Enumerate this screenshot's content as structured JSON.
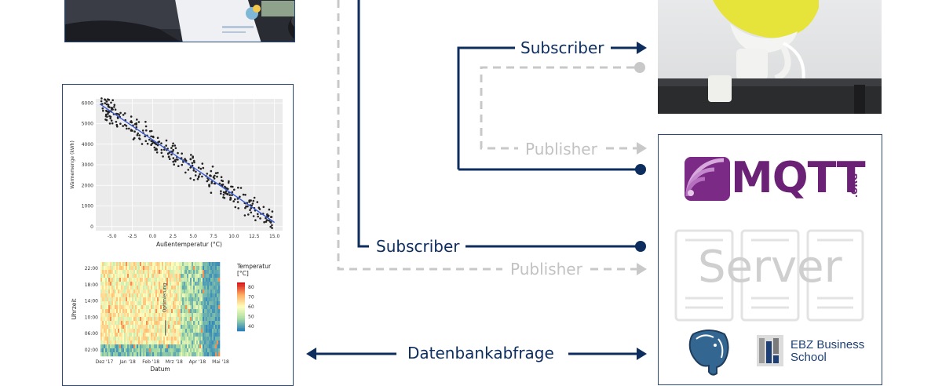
{
  "flow": {
    "subscriber_top": "Subscriber",
    "publisher_top": "Publisher",
    "subscriber_bottom": "Subscriber",
    "publisher_bottom": "Publisher",
    "query": "Datenbankabfrage"
  },
  "server_box": {
    "mqtt_brand": "MQTT",
    "mqtt_org": ".ORG",
    "server_label": "Server",
    "ebz_line1": "EBZ Business",
    "ebz_line2": "School"
  },
  "colors": {
    "navy": "#0d2d5e",
    "grey": "#c8c8c8",
    "panel_border": "#2c4a77",
    "mqtt_purple": "#6b2175"
  },
  "icons": [
    "computer-mouse-photo",
    "bird-sensor-photo",
    "postgresql-elephant-icon",
    "ebz-logo-icon",
    "server-rack-icon"
  ],
  "chart_data": [
    {
      "type": "scatter",
      "xlabel": "Außentemperatur (°C)",
      "ylabel": "Wärmemenge (kWh)",
      "x_ticks": [
        "-5.0",
        "-2.5",
        "0.0",
        "2.5",
        "5.0",
        "7.5",
        "10.0",
        "12.5",
        "15.0"
      ],
      "y_ticks": [
        "0",
        "1000",
        "2000",
        "3000",
        "4000",
        "5000",
        "6000"
      ],
      "xlim": [
        -7,
        16
      ],
      "ylim": [
        -200,
        6200
      ],
      "grid": true,
      "trend": {
        "x": [
          -6.5,
          15.0
        ],
        "y": [
          5950,
          200
        ]
      }
    },
    {
      "type": "heatmap",
      "xlabel": "Datum",
      "ylabel": "Uhrzeit",
      "x_ticks": [
        "Dez '17",
        "Jan '18",
        "Feb '18",
        "Mrz '18",
        "Apr '18",
        "Mai '18"
      ],
      "y_ticks": [
        "22:00",
        "18:00",
        "14:00",
        "10:00",
        "06:00",
        "02:00"
      ],
      "legend_title": "Temperatur",
      "legend_unit": "[°C]",
      "legend_ticks": [
        "80",
        "70",
        "60",
        "50",
        "40"
      ],
      "annotation": "Optimierung",
      "color_range": [
        35,
        85
      ]
    }
  ]
}
